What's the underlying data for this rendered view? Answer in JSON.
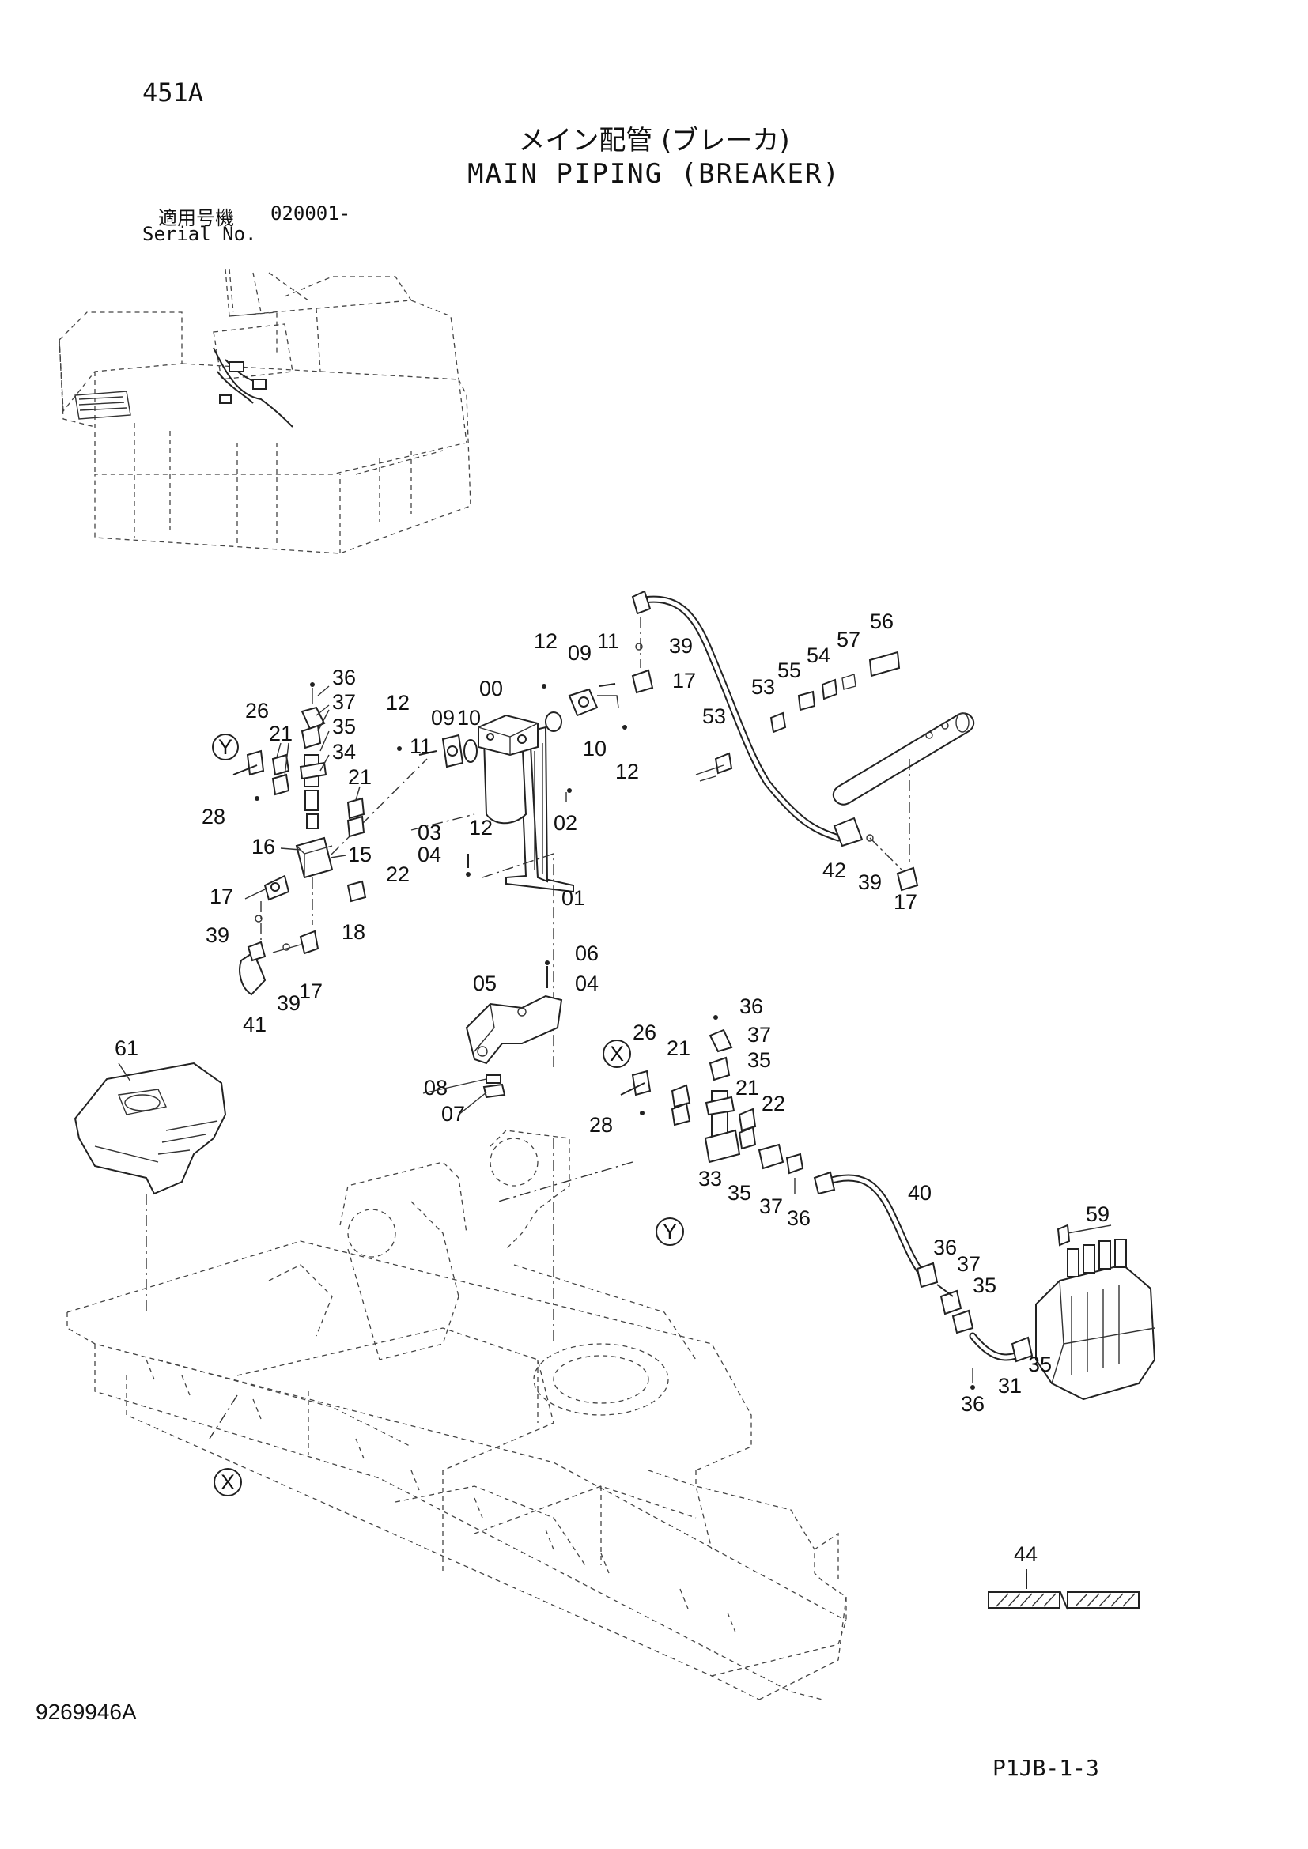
{
  "header": {
    "sheet_code": "451A",
    "title_jp": "メイン配管 (ブレーカ)",
    "title_en": "MAIN PIPING (BREAKER)",
    "serial_label_jp": "適用号機",
    "serial_value": "020001-",
    "serial_label_en": "Serial No."
  },
  "footer": {
    "drawing_number": "9269946A",
    "page_code": "P1JB-1-3"
  },
  "view_markers": [
    {
      "id": "Y",
      "label": "Y"
    },
    {
      "id": "X",
      "label": "X"
    }
  ],
  "callouts": [
    "00",
    "09",
    "10",
    "11",
    "12",
    "01",
    "02",
    "03",
    "04",
    "05",
    "06",
    "07",
    "08",
    "15",
    "16",
    "17",
    "18",
    "21",
    "22",
    "26",
    "28",
    "31",
    "33",
    "34",
    "35",
    "36",
    "37",
    "39",
    "40",
    "41",
    "42",
    "44",
    "53",
    "54",
    "55",
    "56",
    "57",
    "59",
    "61"
  ],
  "callout_labels": {
    "c00": "00",
    "c09a": "09",
    "c09b": "09",
    "c10a": "10",
    "c10b": "10",
    "c11a": "11",
    "c11b": "11",
    "c12a": "12",
    "c12b": "12",
    "c12c": "12",
    "c12d": "12",
    "c01": "01",
    "c02": "02",
    "c03": "03",
    "c04a": "04",
    "c04b": "04",
    "c05": "05",
    "c06": "06",
    "c07": "07",
    "c08": "08",
    "c15": "15",
    "c16": "16",
    "c17a": "17",
    "c17b": "17",
    "c17c": "17",
    "c17d": "17",
    "c18": "18",
    "c21a": "21",
    "c21b": "21",
    "c21c": "21",
    "c21d": "21",
    "c22a": "22",
    "c22b": "22",
    "c26a": "26",
    "c26b": "26",
    "c28a": "28",
    "c28b": "28",
    "c31": "31",
    "c33": "33",
    "c34": "34",
    "c35a": "35",
    "c35b": "35",
    "c35c": "35",
    "c35d": "35",
    "c35e": "35",
    "c36a": "36",
    "c36b": "36",
    "c36c": "36",
    "c36d": "36",
    "c36e": "36",
    "c37a": "37",
    "c37b": "37",
    "c37c": "37",
    "c37d": "37",
    "c39a": "39",
    "c39b": "39",
    "c39c": "39",
    "c39d": "39",
    "c40": "40",
    "c41": "41",
    "c42": "42",
    "c44": "44",
    "c53a": "53",
    "c53b": "53",
    "c54": "54",
    "c55": "55",
    "c56": "56",
    "c57": "57",
    "c59": "59",
    "c61": "61"
  }
}
